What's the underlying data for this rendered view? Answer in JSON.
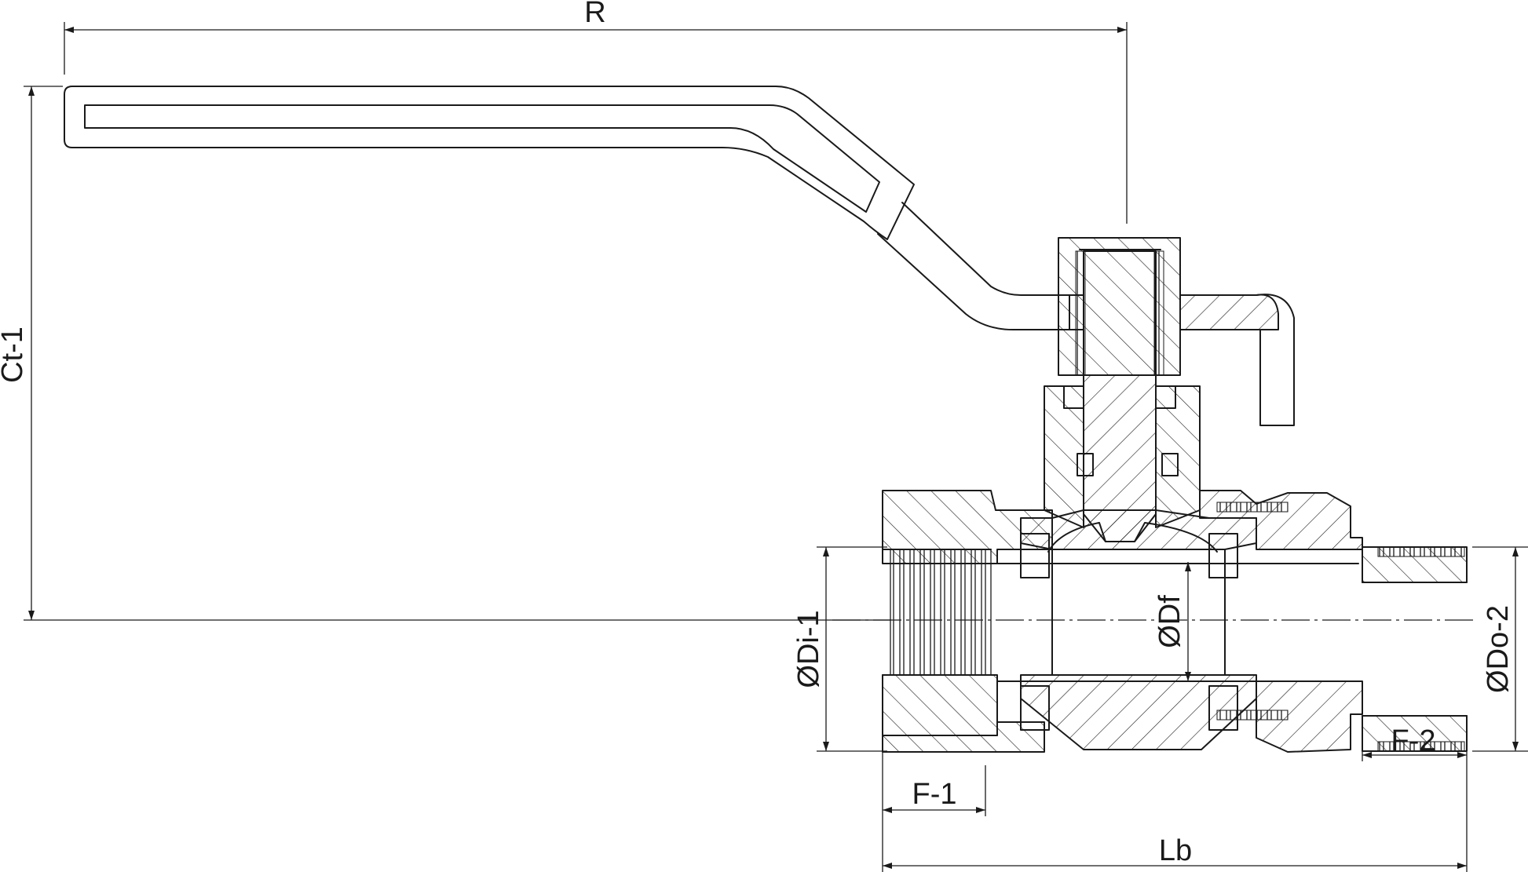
{
  "drawing": {
    "dimensions": {
      "r": "R",
      "ct1": "Ct-1",
      "di1": "ØDi-1",
      "df": "ØDf",
      "do2": "ØDo-2",
      "f1": "F-1",
      "f2": "F-2",
      "lb": "Lb"
    },
    "colors": {
      "line": "#1a1a1a",
      "background": "#ffffff"
    }
  }
}
